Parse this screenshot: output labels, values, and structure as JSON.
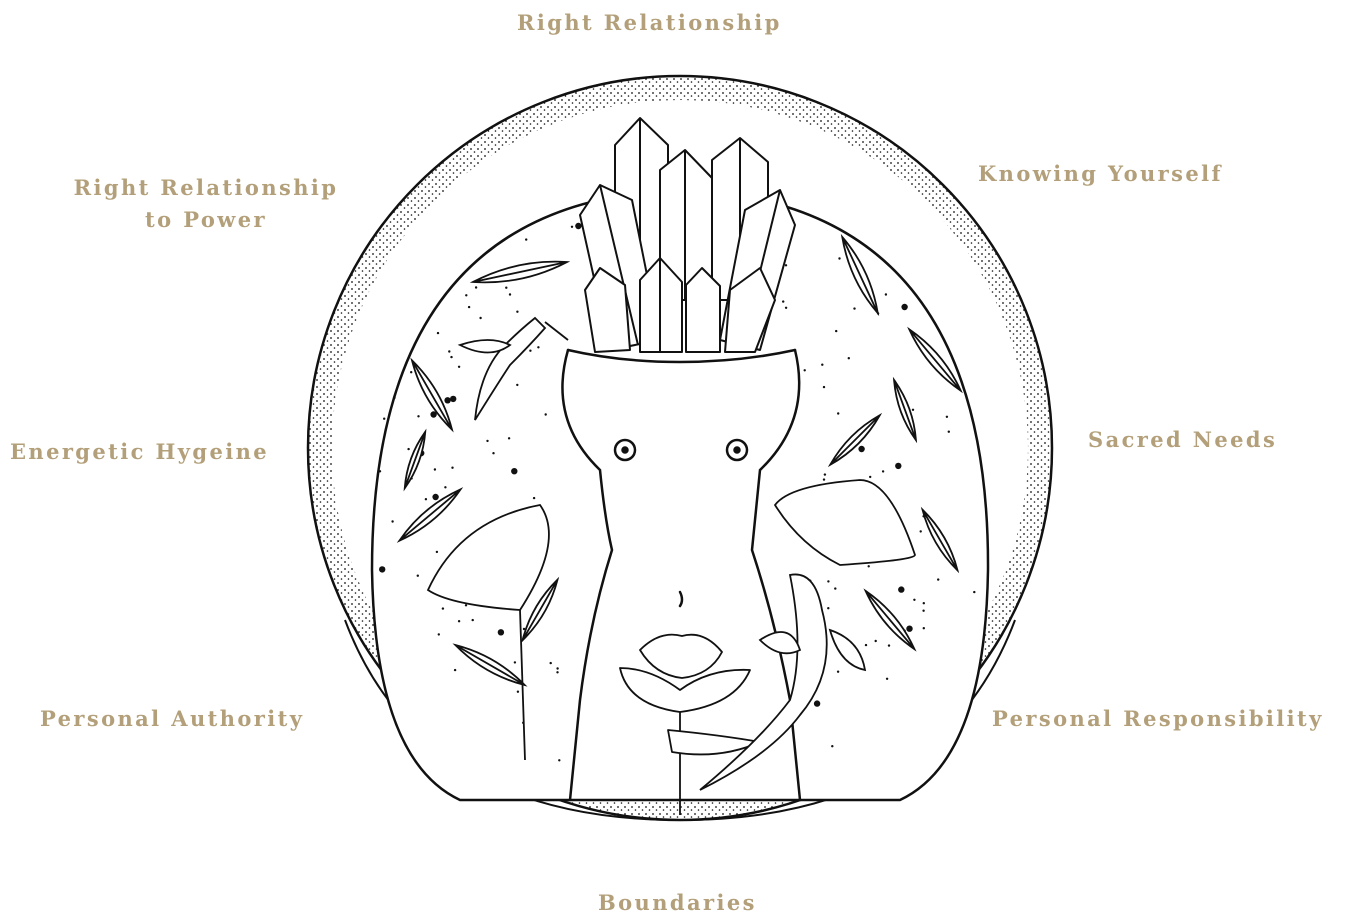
{
  "colors": {
    "label": "#b3a07a",
    "ink": "#111111",
    "background": "#ffffff"
  },
  "labels": {
    "top": "Right Relationship",
    "top_left_line1": "Right Relationship",
    "top_left_line2": "to Power",
    "top_right": "Knowing Yourself",
    "left": "Energetic Hygeine",
    "right": "Sacred Needs",
    "bottom_left": "Personal Authority",
    "bottom_right": "Personal Responsibility",
    "bottom": "Boundaries"
  },
  "illustration": {
    "icon": "woman-torso-crystals-illustration"
  }
}
